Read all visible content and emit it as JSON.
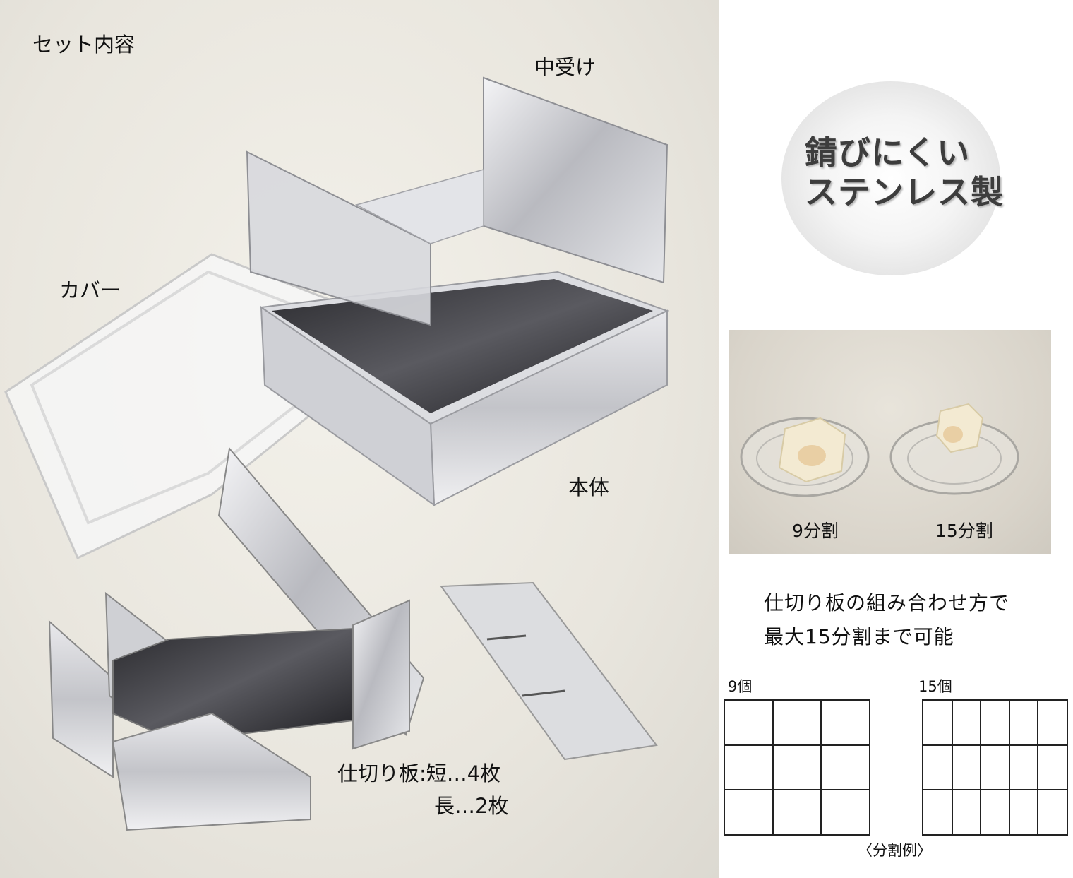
{
  "photo": {
    "title": "セット内容",
    "label_inner_tray": "中受け",
    "label_cover": "カバー",
    "label_body": "本体",
    "label_dividers_line1": "仕切り板:短…4枚",
    "label_dividers_line2": "長…2枚"
  },
  "badge": {
    "line1": "錆びにくい",
    "line2": "ステンレス製"
  },
  "inset": {
    "label_left": "9分割",
    "label_right": "15分割"
  },
  "description": {
    "line1": "仕切り板の組み合わせ方で",
    "line2": "最大15分割まで可能"
  },
  "grids": {
    "grid9": {
      "title": "9個",
      "rows": 3,
      "cols": 3
    },
    "grid15": {
      "title": "15個",
      "rows": 3,
      "cols": 5
    },
    "caption": "〈分割例〉"
  }
}
